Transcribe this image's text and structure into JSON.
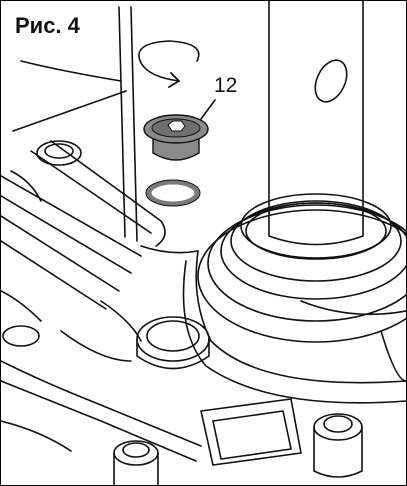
{
  "figure": {
    "label": "Рис. 4",
    "callout_number": "12",
    "colors": {
      "line": "#111111",
      "screw_fill": "#8a8a8a",
      "screw_head": "#6f6f6f",
      "washer": "#7a7a7a",
      "background": "#ffffff"
    },
    "rotation_direction": "clockwise"
  }
}
